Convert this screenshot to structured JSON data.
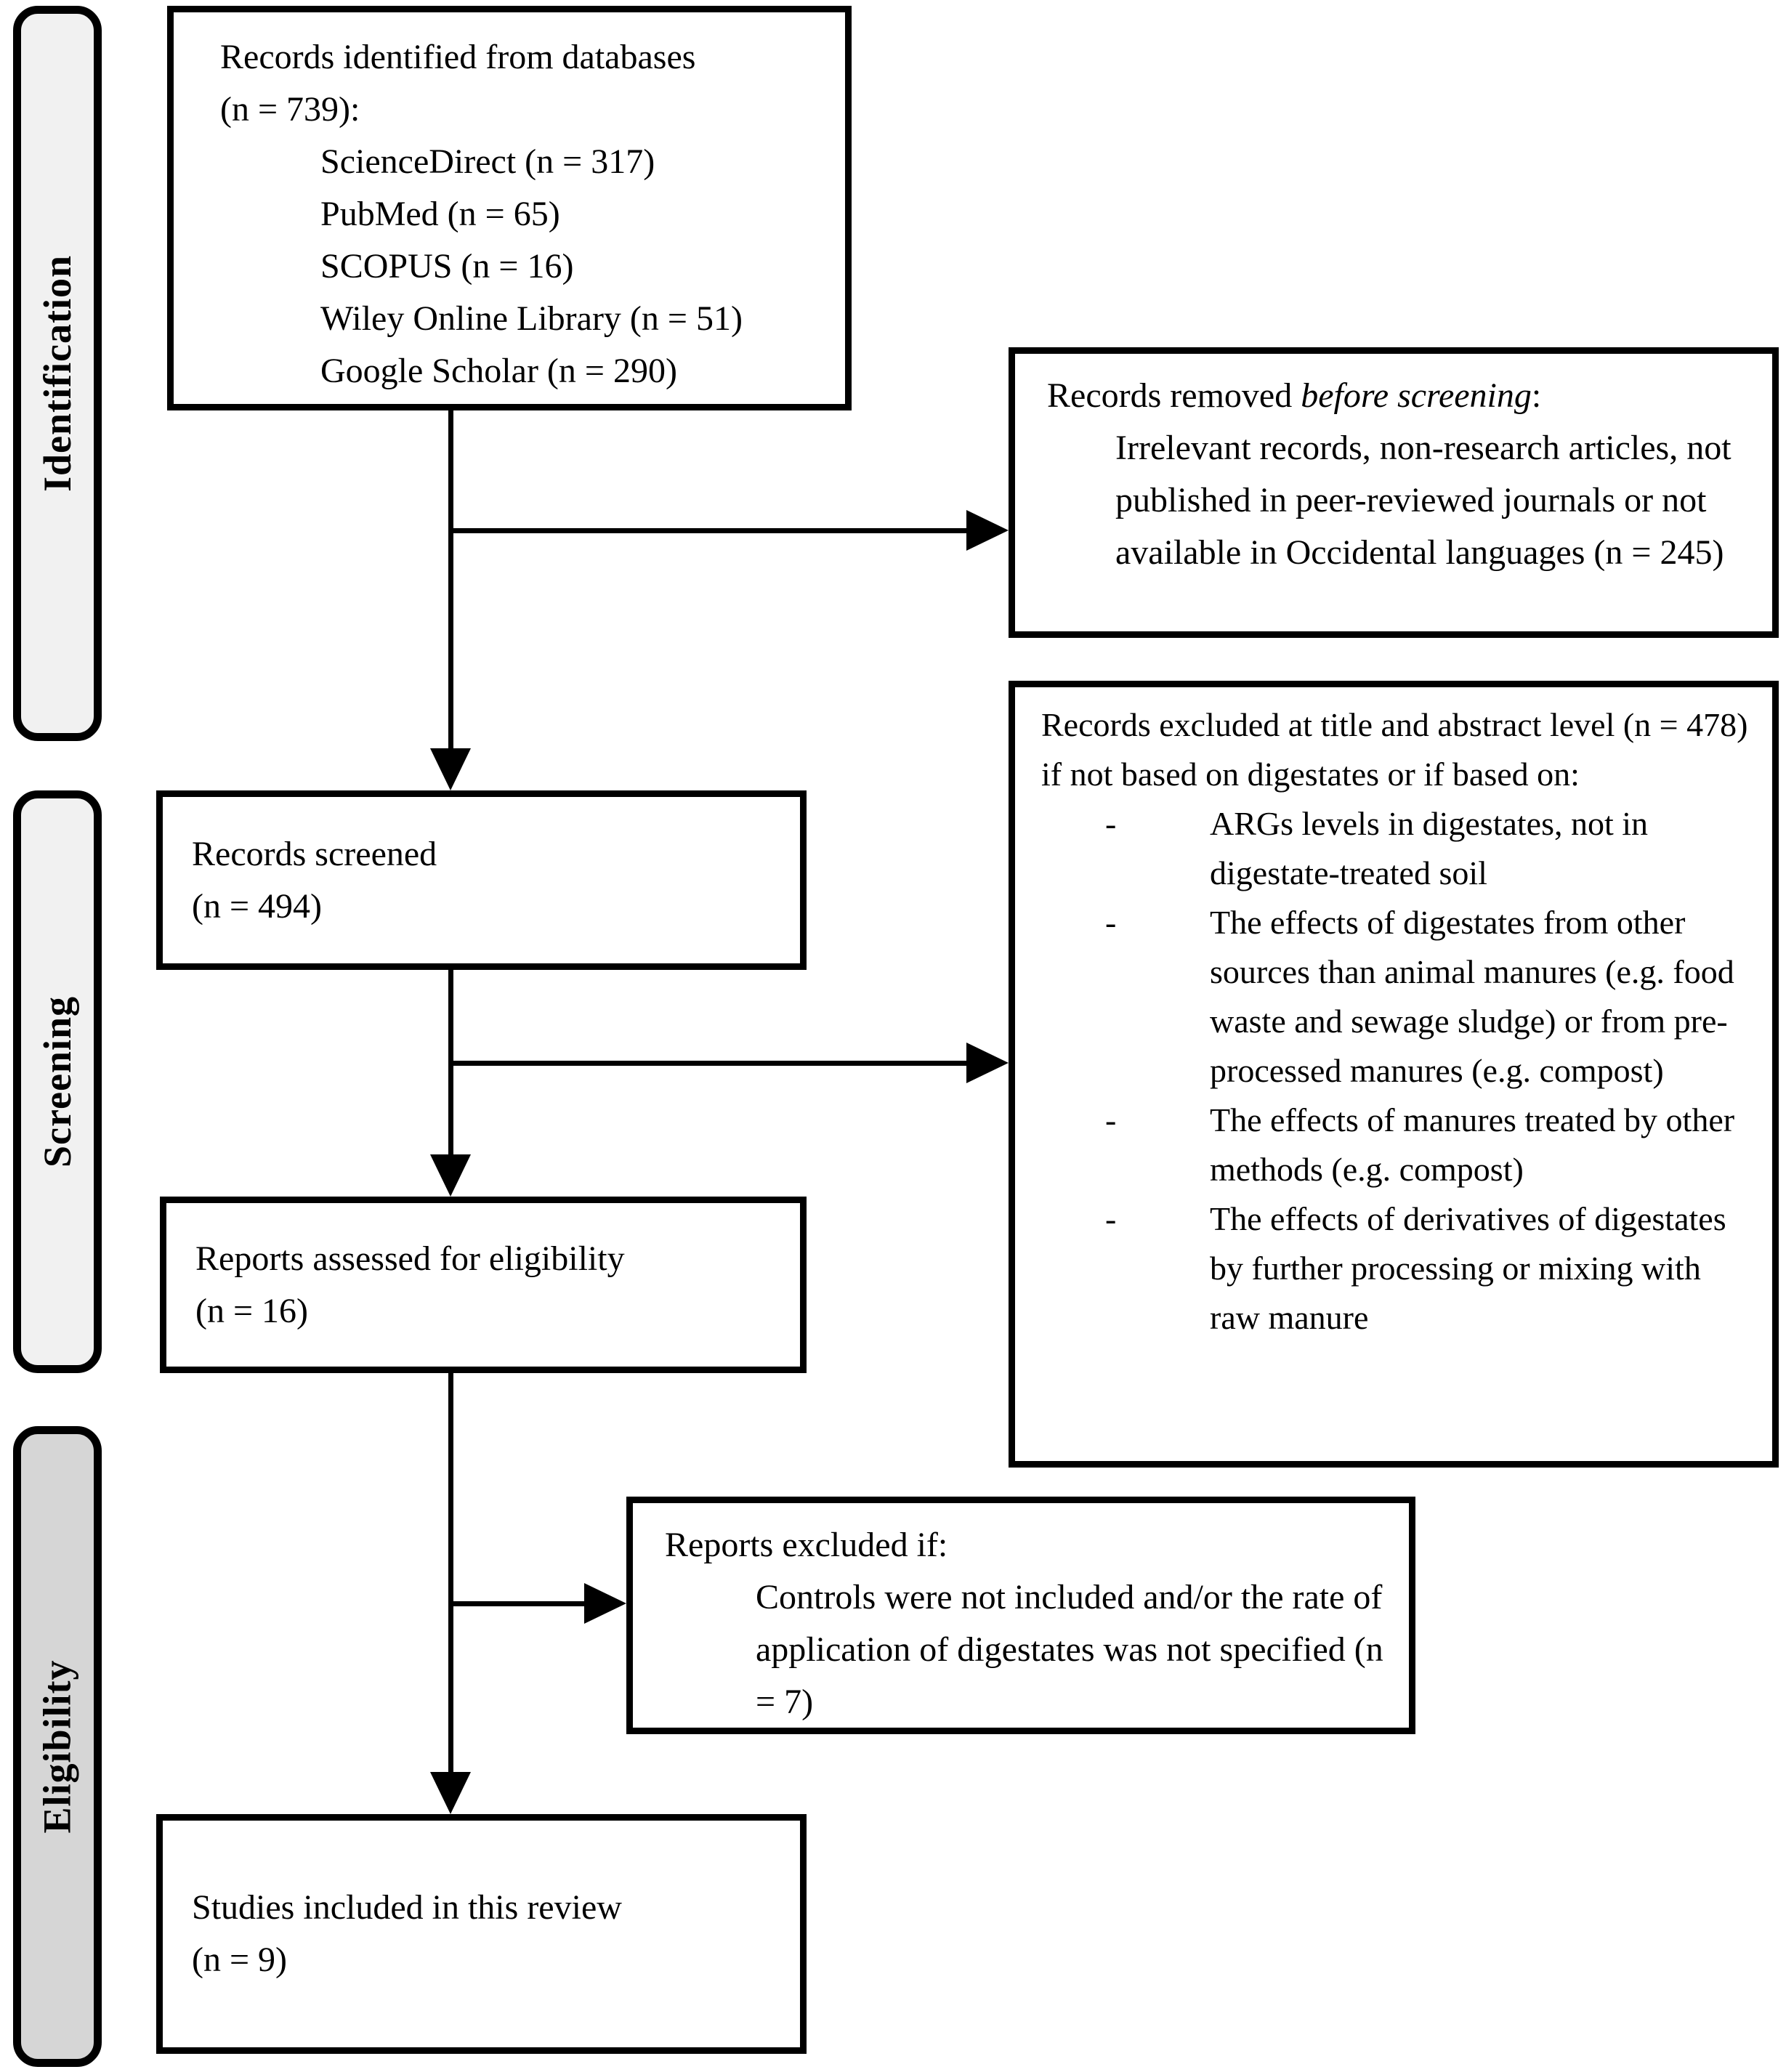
{
  "diagram_type": "PRISMA flow diagram",
  "colors": {
    "border": "#000000",
    "box_background": "#ffffff",
    "stage_fill_light": "#f1f1f1",
    "stage_fill_dark": "#d6d6d6",
    "text": "#000000"
  },
  "sidebar": {
    "stages": [
      {
        "label": "Identification"
      },
      {
        "label": "Screening"
      },
      {
        "label": "Eligibility"
      }
    ]
  },
  "boxes": {
    "identified": {
      "title_line1": "Records identified from databases",
      "title_line2": "(n = 739):",
      "items": [
        "ScienceDirect (n = 317)",
        "PubMed (n = 65)",
        "SCOPUS (n = 16)",
        "Wiley Online Library (n = 51)",
        "Google Scholar (n = 290)"
      ]
    },
    "removed": {
      "prefix": "Records removed ",
      "italic": "before screening",
      "suffix": ":",
      "body": "Irrelevant records, non-research articles, not published in peer-reviewed journals or not available in Occidental languages (n = 245)"
    },
    "screened": {
      "line1": "Records screened",
      "line2": "(n = 494)"
    },
    "excluded": {
      "intro": "Records excluded at title and abstract level (n = 478) if not based on digestates or if based on:",
      "marker": "-",
      "bullets": [
        "ARGs levels in digestates, not in digestate-treated soil",
        "The effects of digestates from other sources than animal manures (e.g. food waste and sewage sludge) or from pre-processed manures (e.g. compost)",
        "The effects of manures treated by other methods (e.g. compost)",
        "The effects of derivatives of digestates by further processing or mixing with raw manure"
      ]
    },
    "assessed": {
      "line1": "Reports assessed for eligibility",
      "line2": "(n = 16)"
    },
    "reports_excluded": {
      "title": "Reports excluded if:",
      "body": "Controls were not included and/or the rate of application of digestates was not specified (n = 7)"
    },
    "included": {
      "line1": "Studies included in this review",
      "line2": "(n = 9)"
    }
  }
}
